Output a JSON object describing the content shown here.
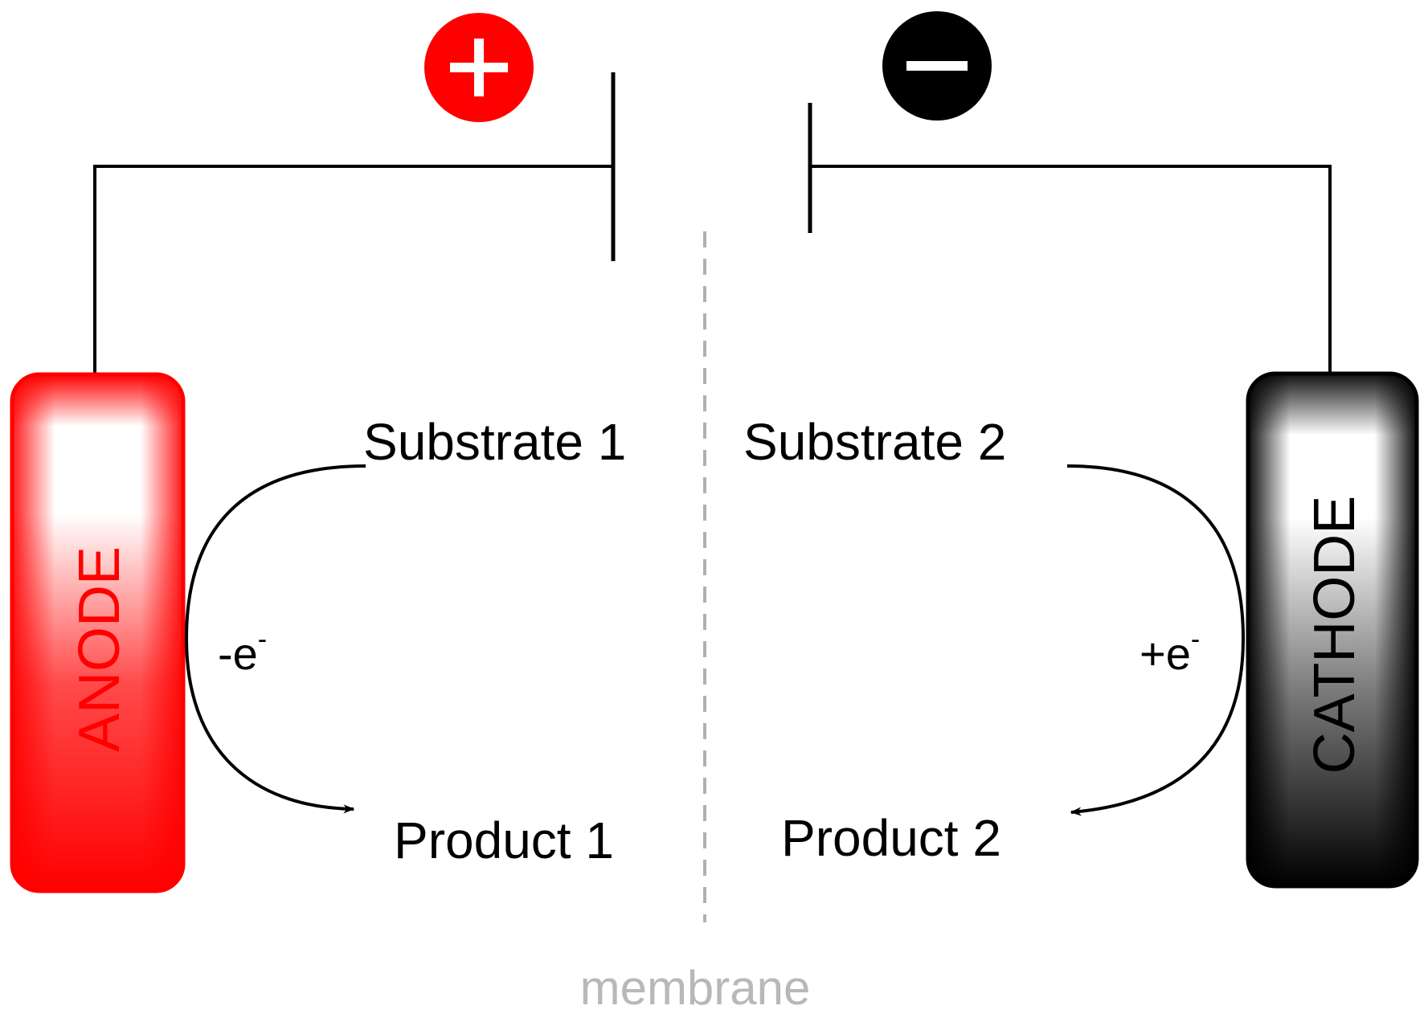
{
  "diagram": {
    "anode": {
      "label": "ANODE",
      "color": "#ff0000",
      "polarity_symbol": "+"
    },
    "cathode": {
      "label": "CATHODE",
      "color": "#000000",
      "polarity_symbol": "−"
    },
    "left_half": {
      "substrate": "Substrate 1",
      "product": "Product 1",
      "electron_transfer": "-e",
      "electron_superscript": "-"
    },
    "right_half": {
      "substrate": "Substrate 2",
      "product": "Product 2",
      "electron_transfer": "+e",
      "electron_superscript": "-"
    },
    "membrane": {
      "label": "membrane",
      "color": "#b0b0b0"
    }
  }
}
